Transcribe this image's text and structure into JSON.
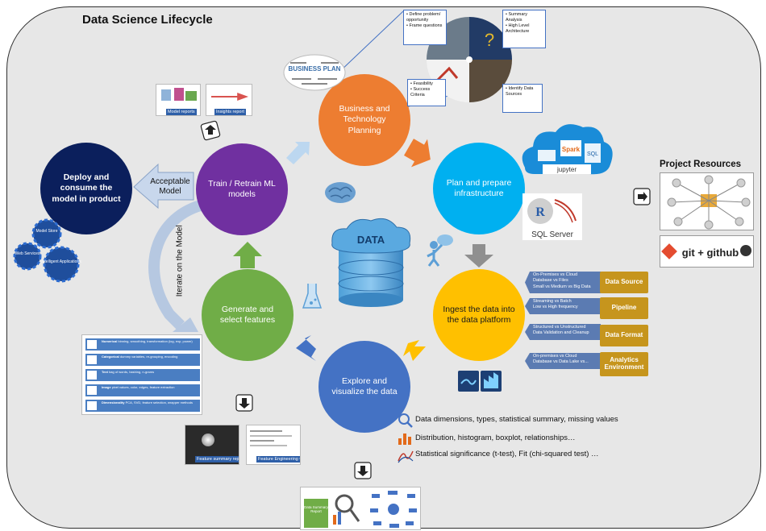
{
  "title": "Data Science Lifecycle",
  "stages": {
    "deploy": "Deploy and consume the model in product",
    "train": "Train / Retrain ML models",
    "plan": "Business and Technology Planning",
    "infra": "Plan and prepare infrastructure",
    "ingest": "Ingest the data into the data platform",
    "explore": "Explore and visualize the data",
    "features": "Generate and select features"
  },
  "labels": {
    "acceptable_model": "Acceptable Model",
    "iterate": "Iterate on the Model",
    "data_center": "DATA",
    "model_store": "Model Store",
    "web_services": "Web Services",
    "intelligent_apps": "Intelligent Applications",
    "business_plan": "BUSINESS PLAN"
  },
  "plan_callouts": {
    "top_left": [
      "Define problem/ opportunity",
      "Frame questions"
    ],
    "top_right": [
      "Summary Analysis",
      "High Level Architecture"
    ],
    "bottom_left": [
      "Feasibility",
      "Success Criteria"
    ],
    "bottom_right": [
      "Identify Data Sources"
    ]
  },
  "train_outputs": [
    "Model reports",
    "Insights report"
  ],
  "infra_tools": {
    "spark": "Spark",
    "sql": "SQL",
    "jupyter": "jupyter",
    "sql_server": "SQL Server",
    "r": "R"
  },
  "ingest_categories": [
    {
      "name": "Data Source",
      "items": [
        "On-Premises vs Cloud",
        "Database vs Files",
        "Small vs Medium vs Big Data"
      ]
    },
    {
      "name": "Pipeline",
      "items": [
        "Streaming vs Batch",
        "Low vs High frequency"
      ]
    },
    {
      "name": "Data Format",
      "items": [
        "Structured vs Unstructured",
        "Data Validation and Cleanup"
      ]
    },
    {
      "name": "Analytics Environment",
      "items": [
        "On-premises vs Cloud",
        "Database vs Data Lake vs..."
      ]
    }
  ],
  "explore_items": [
    "Data dimensions, types, statistical summary, missing values",
    "Distribution, histogram, boxplot, relationships…",
    "Statistical significance (t-test), Fit (chi-squared test) …"
  ],
  "feature_rows": [
    {
      "tag": "Numerical",
      "text": "binning, smoothing, transformation (log, exp, power)"
    },
    {
      "tag": "Categorical",
      "text": "dummy variables, re-grouping, encoding"
    },
    {
      "tag": "Text",
      "text": "bag of words, hashing, n-grams"
    },
    {
      "tag": "Image",
      "text": "pixel values, color, edges, feature extraction"
    },
    {
      "tag": "Dimensionality",
      "text": "PCA, SVD, feature selection, wrapper methods"
    }
  ],
  "feature_outputs": [
    "Feature summary report",
    "Feature Engineering Code"
  ],
  "explore_output": "Data Summary Report",
  "resources": {
    "title": "Project Resources",
    "git": "git + github"
  },
  "colors": {
    "deploy": "#0b1f5c",
    "train": "#7030a0",
    "plan": "#ed7d31",
    "infra": "#00b0f0",
    "ingest": "#ffc000",
    "explore": "#4472c4",
    "features": "#70ad47",
    "category_box": "#c6951d"
  }
}
